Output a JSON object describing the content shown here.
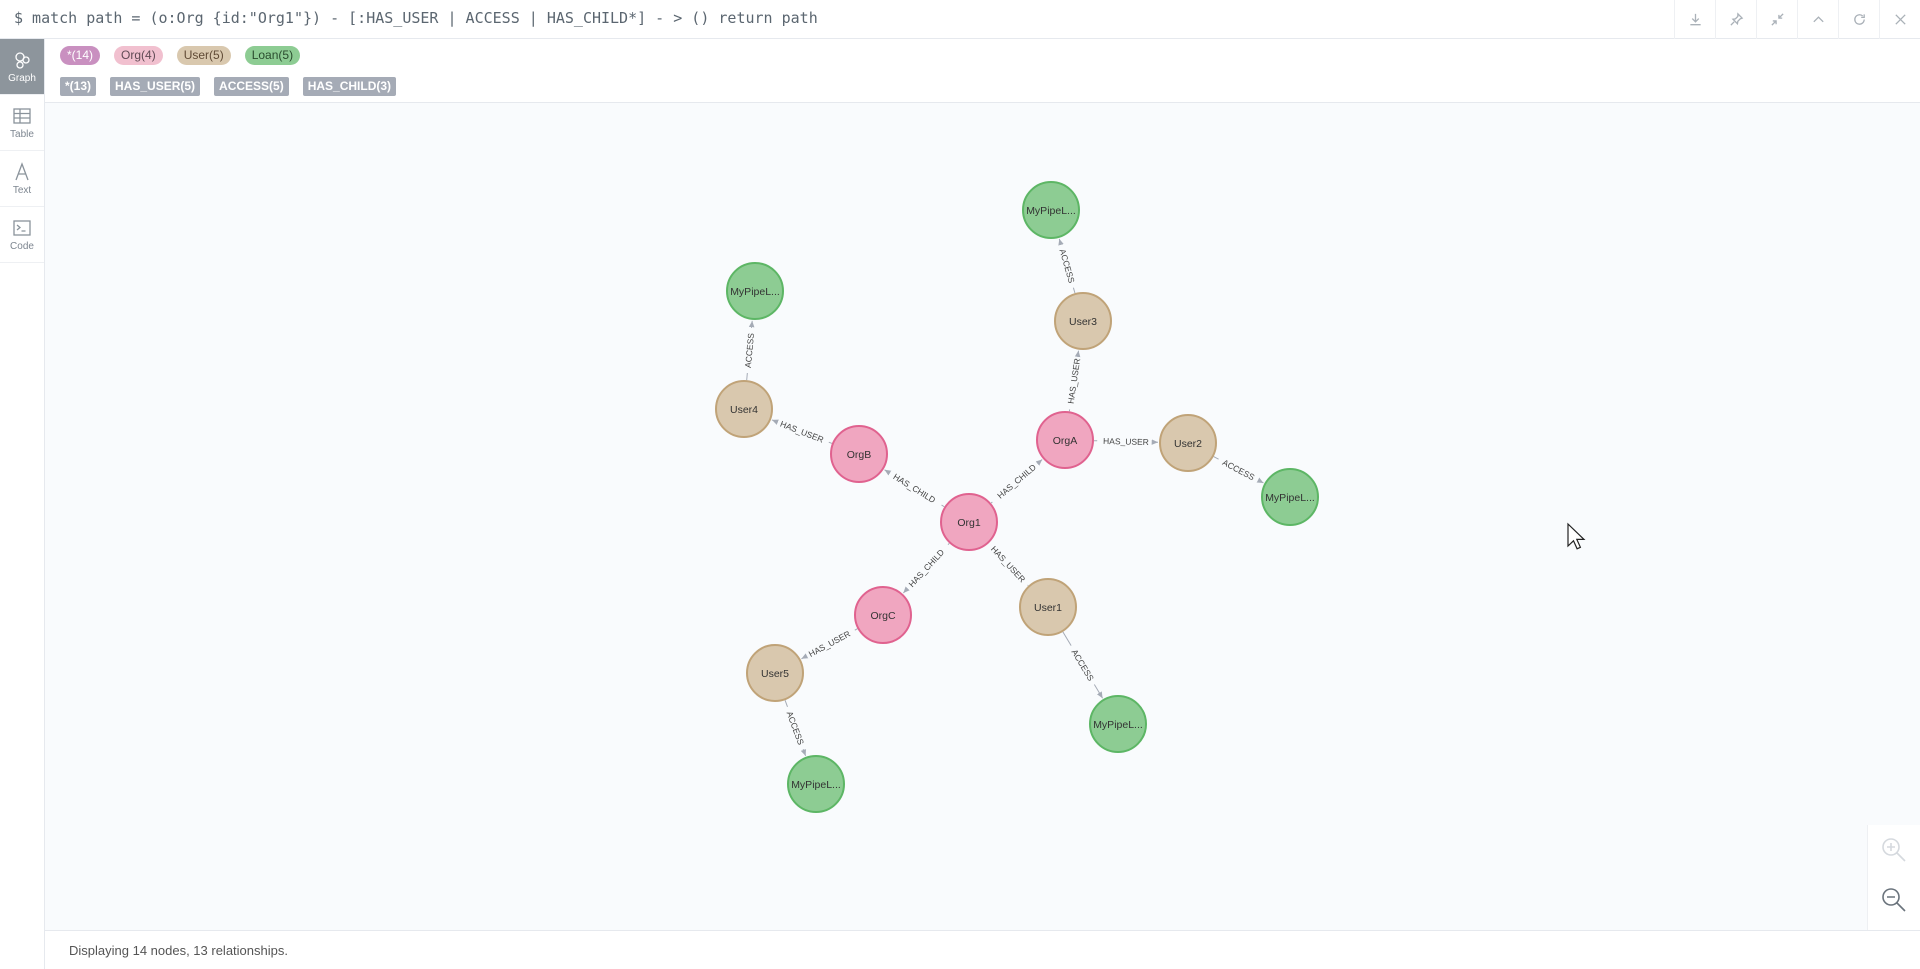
{
  "query": "$ match path = (o:Org {id:\"Org1\"}) - [:HAS_USER | ACCESS | HAS_CHILD*] - > () return path",
  "toolbar_actions": [
    "download-icon",
    "pin-icon",
    "collapse-icon",
    "chevron-up-icon",
    "refresh-icon",
    "close-icon"
  ],
  "sidebar": [
    {
      "label": "Graph",
      "icon": "graph-icon",
      "active": true
    },
    {
      "label": "Table",
      "icon": "table-icon",
      "active": false
    },
    {
      "label": "Text",
      "icon": "text-icon",
      "active": false
    },
    {
      "label": "Code",
      "icon": "code-icon",
      "active": false
    }
  ],
  "node_labels": [
    {
      "name": "*",
      "count": "(14)",
      "bg": "#c990c0",
      "fg": "#ffffff"
    },
    {
      "name": "Org",
      "count": "(4)",
      "bg": "#f1c0cf",
      "fg": "#604a55"
    },
    {
      "name": "User",
      "count": "(5)",
      "bg": "#d9c8ae",
      "fg": "#604a35"
    },
    {
      "name": "Loan",
      "count": "(5)",
      "bg": "#8dcc93",
      "fg": "#2a4c2e"
    }
  ],
  "relationship_types": [
    {
      "name": "*",
      "count": "(13)"
    },
    {
      "name": "HAS_USER",
      "count": "(5)"
    },
    {
      "name": "ACCESS",
      "count": "(5)"
    },
    {
      "name": "HAS_CHILD",
      "count": "(3)"
    }
  ],
  "styles": {
    "Org": {
      "fill": "#f0a6c0",
      "stroke": "#e0628f"
    },
    "User": {
      "fill": "#d9c8ae",
      "stroke": "#c0a378"
    },
    "Loan": {
      "fill": "#8dcc93",
      "stroke": "#5db665"
    }
  },
  "nodes": [
    {
      "id": "org1",
      "label": "Org1",
      "type": "Org"
    },
    {
      "id": "orga",
      "label": "OrgA",
      "type": "Org"
    },
    {
      "id": "orgb",
      "label": "OrgB",
      "type": "Org"
    },
    {
      "id": "orgc",
      "label": "OrgC",
      "type": "Org"
    },
    {
      "id": "user1",
      "label": "User1",
      "type": "User"
    },
    {
      "id": "user2",
      "label": "User2",
      "type": "User"
    },
    {
      "id": "user3",
      "label": "User3",
      "type": "User"
    },
    {
      "id": "user4",
      "label": "User4",
      "type": "User"
    },
    {
      "id": "user5",
      "label": "User5",
      "type": "User"
    },
    {
      "id": "loan1",
      "label": "MyPipeL...",
      "type": "Loan"
    },
    {
      "id": "loan2",
      "label": "MyPipeL...",
      "type": "Loan"
    },
    {
      "id": "loan3",
      "label": "MyPipeL...",
      "type": "Loan"
    },
    {
      "id": "loan4",
      "label": "MyPipeL...",
      "type": "Loan"
    },
    {
      "id": "loan5",
      "label": "MyPipeL...",
      "type": "Loan"
    }
  ],
  "relationships": [
    {
      "from": "org1",
      "to": "orga",
      "type": "HAS_CHILD"
    },
    {
      "from": "org1",
      "to": "orgb",
      "type": "HAS_CHILD"
    },
    {
      "from": "org1",
      "to": "orgc",
      "type": "HAS_CHILD"
    },
    {
      "from": "org1",
      "to": "user1",
      "type": "HAS_USER"
    },
    {
      "from": "orga",
      "to": "user2",
      "type": "HAS_USER"
    },
    {
      "from": "orga",
      "to": "user3",
      "type": "HAS_USER"
    },
    {
      "from": "orgb",
      "to": "user4",
      "type": "HAS_USER"
    },
    {
      "from": "orgc",
      "to": "user5",
      "type": "HAS_USER"
    },
    {
      "from": "user1",
      "to": "loan1",
      "type": "ACCESS"
    },
    {
      "from": "user2",
      "to": "loan2",
      "type": "ACCESS"
    },
    {
      "from": "user3",
      "to": "loan3",
      "type": "ACCESS"
    },
    {
      "from": "user4",
      "to": "loan4",
      "type": "ACCESS"
    },
    {
      "from": "user5",
      "to": "loan5",
      "type": "ACCESS"
    }
  ],
  "zoom": [
    "zoom-in-icon",
    "zoom-out-icon"
  ],
  "status": "Displaying 14 nodes, 13 relationships."
}
